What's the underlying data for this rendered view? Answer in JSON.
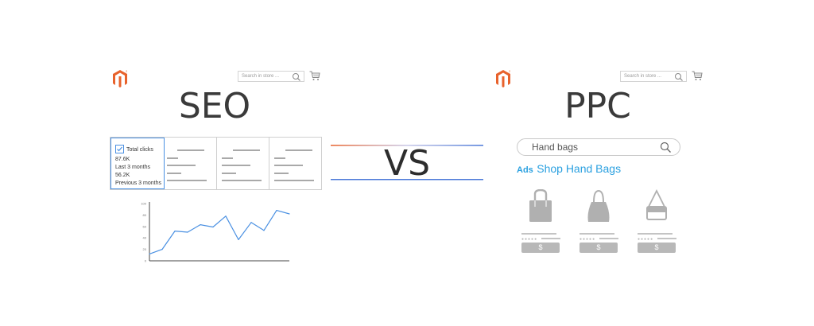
{
  "seo": {
    "title": "SEO",
    "search_placeholder": "Search in store ...",
    "metrics": {
      "primary": {
        "label": "Total clicks",
        "value_current": "87.6K",
        "period_current": "Last 3 months",
        "value_previous": "56.2K",
        "period_previous": "Previous 3 months"
      }
    },
    "chart": {
      "y_ticks": [
        "100",
        "80",
        "60",
        "40",
        "20",
        "0"
      ]
    }
  },
  "vs_label": "VS",
  "ppc": {
    "title": "PPC",
    "search_placeholder": "Search in store ...",
    "query": "Hand bags",
    "ad_badge": "Ads",
    "ad_text": "Shop Hand Bags",
    "products": [
      {
        "icon": "handbag-icon",
        "price": "$"
      },
      {
        "icon": "hobo-bag-icon",
        "price": "$"
      },
      {
        "icon": "crossbody-bag-icon",
        "price": "$"
      }
    ]
  },
  "colors": {
    "brand": "#e8622c",
    "accent_blue": "#4a90e2",
    "ad_blue": "#2aa0e0",
    "gray": "#a9a9a9"
  },
  "chart_data": {
    "type": "line",
    "x": [
      0,
      1,
      2,
      3,
      4,
      5,
      6,
      7,
      8,
      9,
      10,
      11
    ],
    "values": [
      12,
      20,
      52,
      50,
      63,
      59,
      78,
      37,
      67,
      53,
      88,
      82
    ],
    "ylim": [
      0,
      100
    ],
    "y_ticks": [
      0,
      20,
      40,
      60,
      80,
      100
    ],
    "grid": false,
    "title": "",
    "xlabel": "",
    "ylabel": ""
  }
}
